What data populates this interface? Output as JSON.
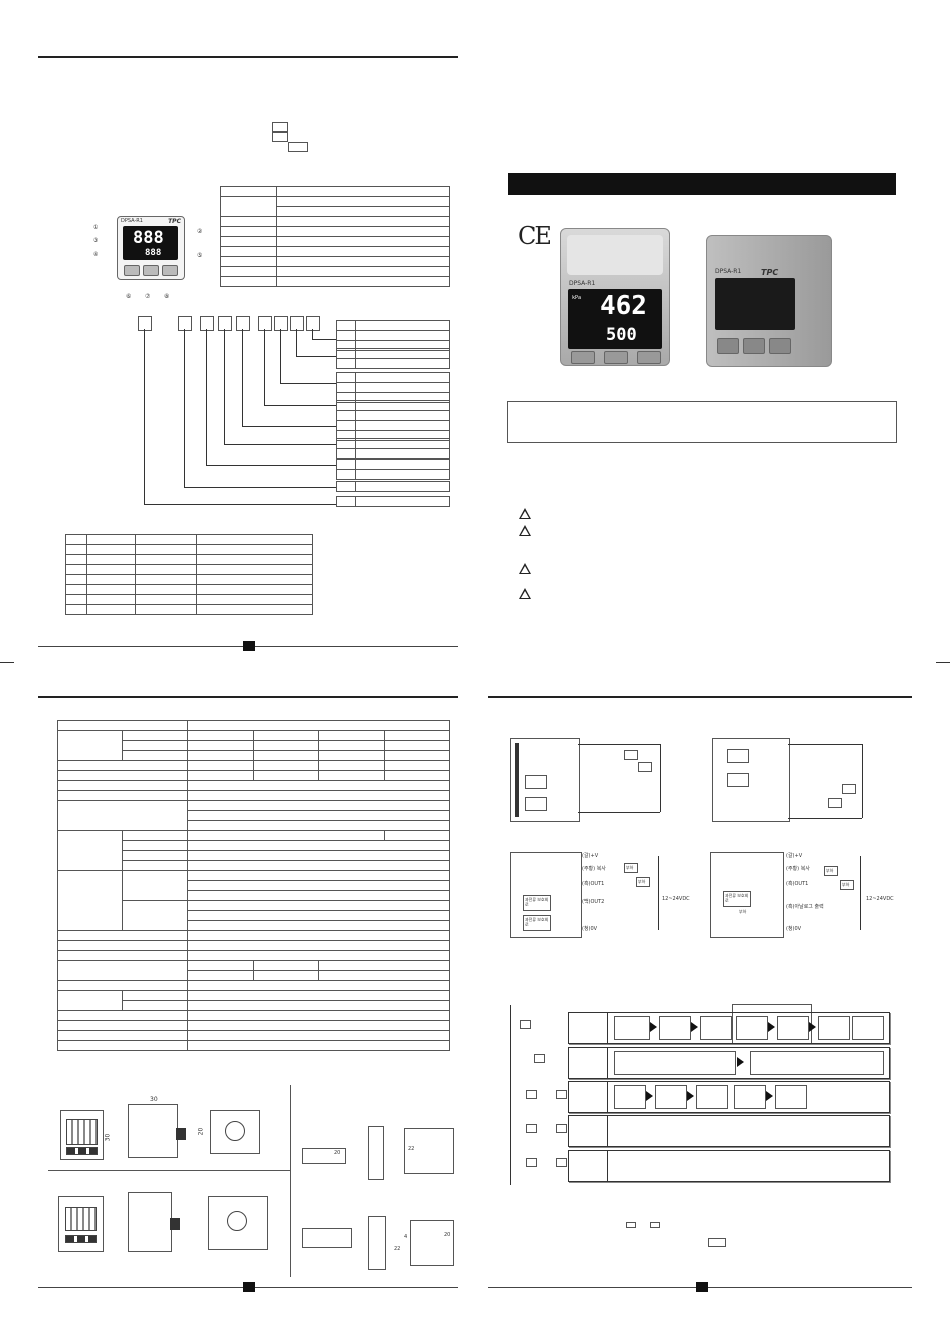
{
  "product": {
    "model": "DPSA-R1",
    "brand": "TPC",
    "unit": "kPa",
    "main_reading": "462",
    "sub_reading": "500",
    "ce_mark": "CE"
  },
  "display_small": {
    "main": "888",
    "sub": "888"
  },
  "ordering": {
    "boxes": [
      "",
      "",
      "",
      "",
      "",
      "",
      "",
      "",
      ""
    ]
  },
  "callouts": [
    "①",
    "②",
    "③",
    "④",
    "⑤",
    "⑥",
    "⑦",
    "⑧"
  ],
  "wiring": {
    "labels_left": [
      "(갈)+V",
      "(주황) 복사",
      "(흑)OUT1",
      "(청)0V"
    ],
    "label_out2": "(백)OUT2",
    "labels_right": [
      "(갈)+V",
      "(주황) 복사",
      "(흑)OUT1",
      "(흑)아날로그 출력",
      "(청)0V"
    ],
    "load": "부하",
    "circuit": [
      "과전류 보호회로",
      "과전류 보호회로"
    ],
    "supply": "12~24VDC"
  },
  "dims": [
    "30",
    "30",
    "20",
    "20",
    "22",
    "22",
    "4",
    "20"
  ],
  "colors": {
    "ink": "#222222",
    "header_bar": "#111111",
    "lcd": "#222222"
  }
}
